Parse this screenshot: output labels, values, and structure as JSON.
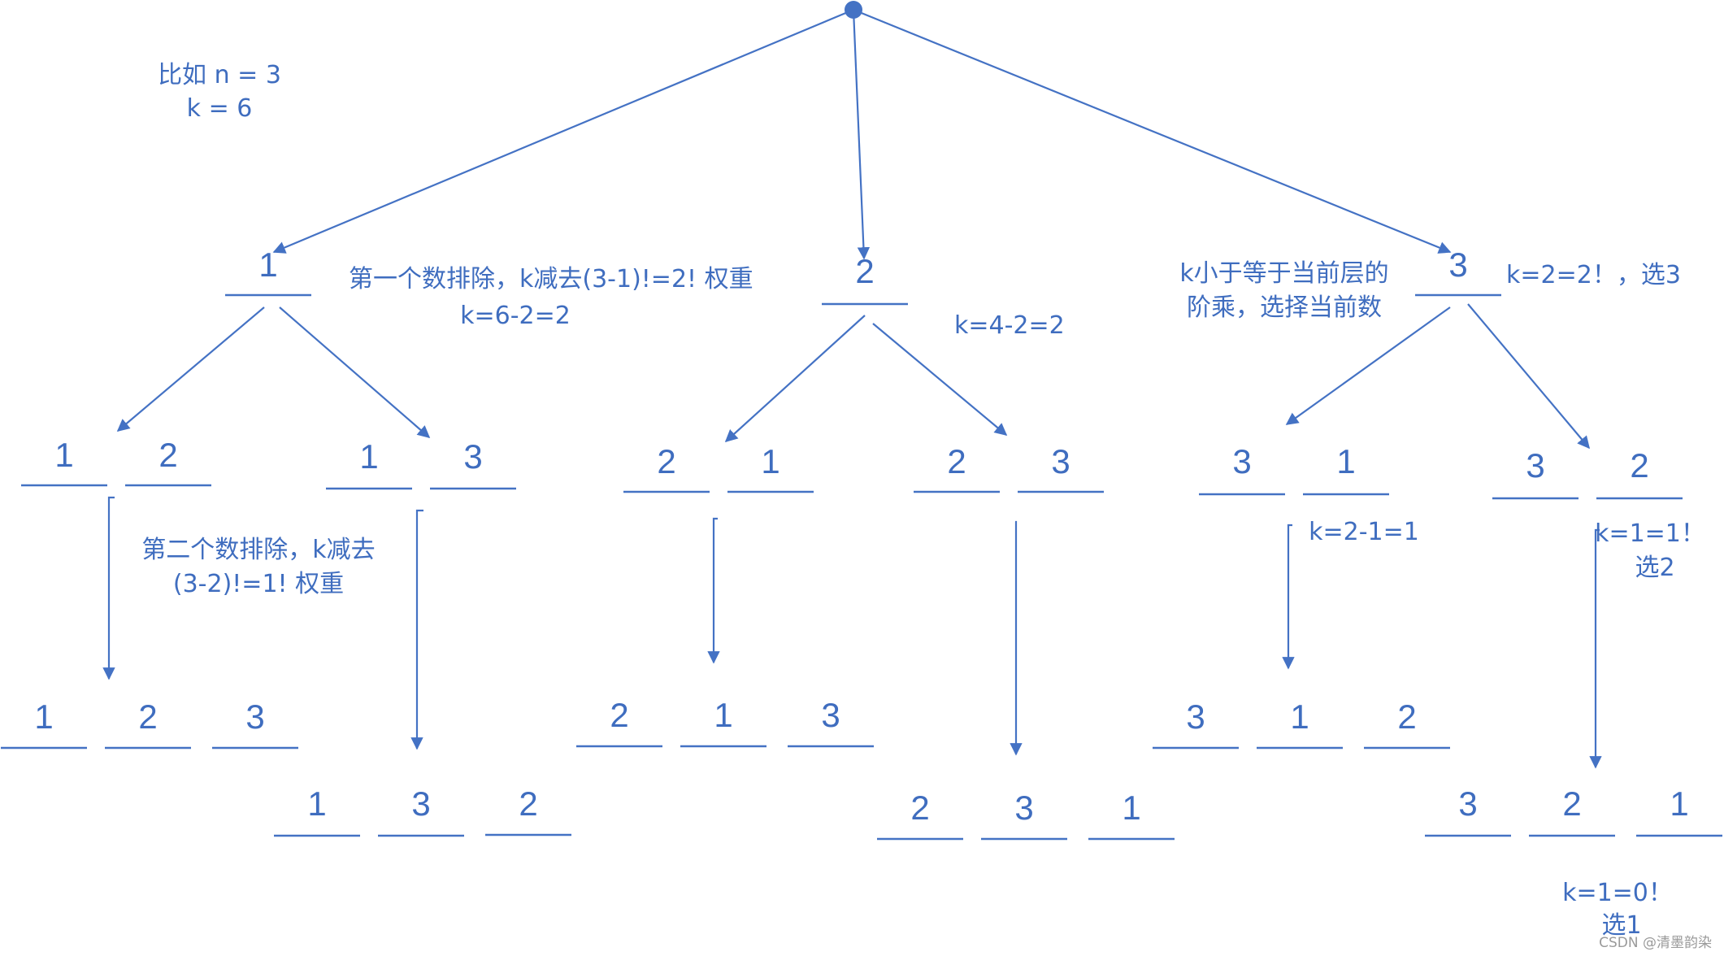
{
  "annotations": {
    "example": [
      "比如 n = 3",
      "k = 6"
    ],
    "first_level": [
      "第一个数排除，k减去(3-1)!=2! 权重",
      "k=6-2=2"
    ],
    "second_level": [
      "第二个数排除，k减去",
      "(3-2)!=1! 权重"
    ],
    "k_mid": "k=4-2=2",
    "rule": [
      "k小于等于当前层的",
      "阶乘，选择当前数"
    ],
    "pick3": "k=2=2！，选3",
    "k_minus": "k=2-1=1",
    "pick2": [
      "k=1=1！",
      "选2"
    ],
    "pick1": [
      "k=1=0！",
      "选1"
    ]
  },
  "tree": {
    "level1": [
      "1",
      "2",
      "3"
    ],
    "level2": [
      [
        "1",
        "2"
      ],
      [
        "1",
        "3"
      ],
      [
        "2",
        "1"
      ],
      [
        "2",
        "3"
      ],
      [
        "3",
        "1"
      ],
      [
        "3",
        "2"
      ]
    ],
    "leaves": [
      [
        "1",
        "2",
        "3"
      ],
      [
        "1",
        "3",
        "2"
      ],
      [
        "2",
        "1",
        "3"
      ],
      [
        "2",
        "3",
        "1"
      ],
      [
        "3",
        "1",
        "2"
      ],
      [
        "3",
        "2",
        "1"
      ]
    ]
  },
  "watermark": "CSDN @清墨韵染",
  "colors": {
    "accent": "#4472c4",
    "text": "#3f6dbf"
  }
}
